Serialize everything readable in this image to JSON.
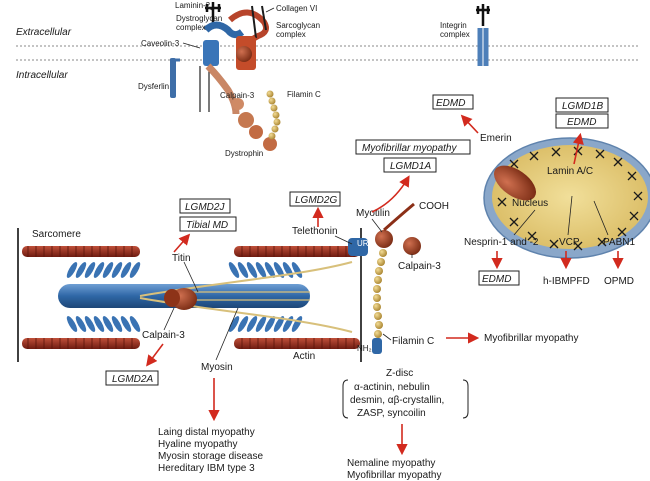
{
  "colors": {
    "arrow": "#d22a1e",
    "actin": "#9c2a1c",
    "myosin": "#2f67a6",
    "calpain": "#9e3f22",
    "filamin": "#d6b25a",
    "nucleus_fill": "#e7cf82",
    "nucleus_ring": "#6e8fb6"
  },
  "membrane": {
    "extracellular": "Extracellular",
    "intracellular": "Intracellular",
    "laminin": "Laminin-2",
    "collagen": "Collagen VI",
    "dystroglycan": "Dystroglycan\ncomplex",
    "sarcoglycan": "Sarcoglycan\ncomplex",
    "caveolin": "Caveolin-3",
    "dysferlin": "Dysferlin",
    "calpain3": "Calpain-3",
    "filaminc": "Filamin C",
    "dystrophin": "Dystrophin",
    "integrin": "Integrin\ncomplex"
  },
  "nucleus": {
    "emerin": "Emerin",
    "lamin": "Lamin A/C",
    "nucleus_label": "Nucleus",
    "nesprin": "Nesprin-1 and -2",
    "vcp": "VCP",
    "pabn1": "PABN1",
    "edmd_top": "EDMD",
    "lgmd1b": "LGMD1B",
    "edmd_lamin": "EDMD",
    "edmd_nesprin": "EDMD",
    "ibmpfd": "h-IBMPFD",
    "opmd": "OPMD"
  },
  "sarcomere": {
    "sarcomere": "Sarcomere",
    "titin": "Titin",
    "calpain3": "Calpain-3",
    "myosin": "Myosin",
    "actin": "Actin",
    "telethonin": "Telethonin",
    "myotilin": "Myotilin",
    "cooh": "COOH",
    "calpain3_right": "Calpain-3",
    "filaminc": "Filamin C",
    "ur": "UR",
    "nh2": "NH₂",
    "zdisc": "Z-disc",
    "zdisc_list": [
      "α-actinin, nebulin",
      "desmin, αβ-crystallin,",
      "ZASP, syncoilin"
    ]
  },
  "diseases": {
    "lgmd2j": "LGMD2J",
    "tibial": "Tibial MD",
    "lgmd2g": "LGMD2G",
    "myofibrillar_box": "Myofibrillar myopathy",
    "lgmd1a": "LGMD1A",
    "lgmd2a": "LGMD2A",
    "filamin_disease": "Myofibrillar myopathy",
    "myosin_list": [
      "Laing distal myopathy",
      "Hyaline myopathy",
      "Myosin storage disease",
      "Hereditary IBM type 3"
    ],
    "zdisc_list": [
      "Nemaline myopathy",
      "Myofibrillar myopathy"
    ]
  }
}
